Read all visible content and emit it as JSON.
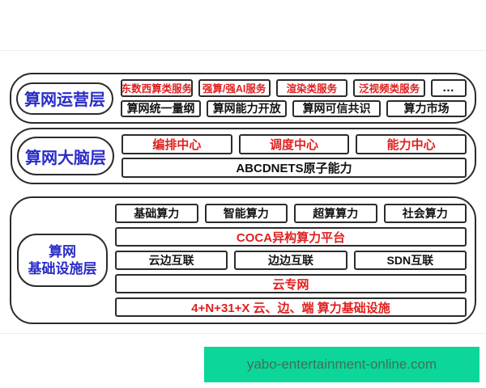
{
  "layers": {
    "operation": {
      "label": "算网运营层",
      "services": [
        "东数西算类服务",
        "强算/强AI服务",
        "渲染类服务",
        "泛视频类服务",
        "…"
      ],
      "capabilities": [
        "算网统一量纲",
        "算网能力开放",
        "算网可信共识",
        "算力市场"
      ]
    },
    "brain": {
      "label": "算网大脑层",
      "centers": [
        "编排中心",
        "调度中心",
        "能力中心"
      ],
      "atomic_capability": "ABCDNETS原子能力"
    },
    "infrastructure": {
      "label_line1": "算网",
      "label_line2": "基础设施层",
      "computing_types": [
        "基础算力",
        "智能算力",
        "超算算力",
        "社会算力"
      ],
      "platform": "COCA异构算力平台",
      "interconnects": [
        "云边互联",
        "边边互联",
        "SDN互联"
      ],
      "cloud_private_network": "云专网",
      "foundation": "4+N+31+X 云、边、端 算力基础设施"
    }
  },
  "watermark": {
    "text": "yabo-entertainment-online.com"
  },
  "colors": {
    "layer_label_blue": "#2a2cc8",
    "highlight_red": "#e02020",
    "box_border_black": "#2b2b2b",
    "watermark_green_bg": "#0cd69a",
    "watermark_text_green": "#3e7257"
  }
}
